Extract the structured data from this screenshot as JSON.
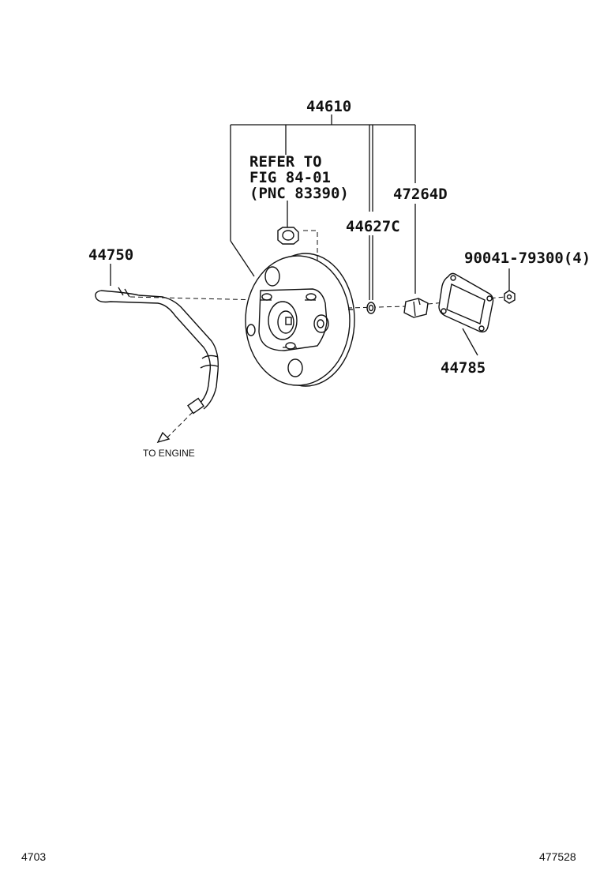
{
  "labels": {
    "booster_assy": "44610",
    "refer_line1": "REFER TO",
    "refer_line2": "FIG 84-01",
    "refer_line3": "(PNC 83390)",
    "clevis": "47264D",
    "seal": "44627C",
    "vacuum_hose": "44750",
    "nut": "90041-79300(4)",
    "gasket": "44785",
    "to_engine": "TO ENGINE"
  },
  "footer": {
    "left_code": "4703",
    "right_code": "477528"
  }
}
